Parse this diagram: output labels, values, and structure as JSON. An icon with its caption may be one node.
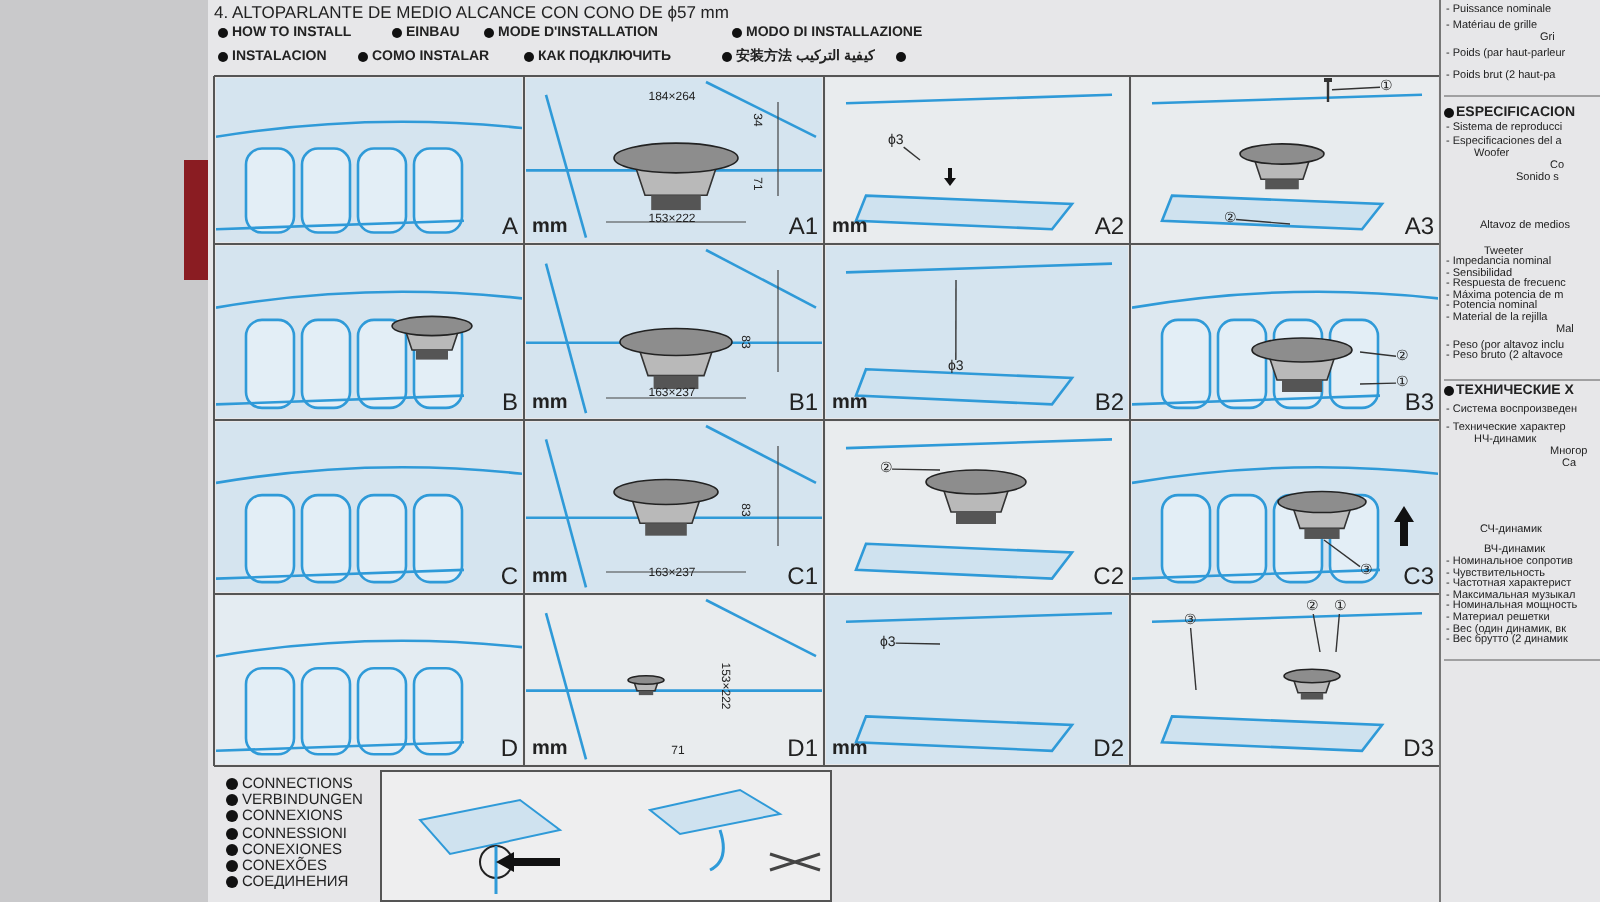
{
  "diagram": {
    "nodes": [
      {
        "text": [
          "ϕ3"
        ]
      },
      {
        "text": [
          "①"
        ]
      },
      {
        "text": [
          "②"
        ]
      },
      {
        "text": [
          "ϕ3"
        ]
      },
      {
        "text": [
          "②"
        ]
      },
      {
        "text": [
          "①"
        ]
      },
      {
        "text": [
          "②"
        ]
      },
      {
        "text": [
          "③"
        ]
      },
      {
        "text": [
          "ϕ3"
        ]
      },
      {
        "text": [
          "③"
        ]
      },
      {
        "text": [
          "②"
        ]
      },
      {
        "text": [
          "①"
        ]
      },
      {
        "text": [],
        "shape": "picture"
      }
    ],
    "edges": [
      {
        "from": 0,
        "to": null,
        "arrow": "none"
      },
      {
        "from": 1,
        "to": 12,
        "arrow": "none"
      },
      {
        "from": 2,
        "to": null,
        "arrow": "none"
      },
      {
        "from": 3,
        "to": null,
        "arrow": "none"
      },
      {
        "from": 4,
        "to": null,
        "arrow": "none"
      },
      {
        "from": 5,
        "to": null,
        "arrow": "none"
      },
      {
        "from": 6,
        "to": null,
        "arrow": "none"
      },
      {
        "from": 7,
        "to": null,
        "arrow": "none"
      },
      {
        "from": 8,
        "to": null,
        "arrow": "none"
      },
      {
        "from": 9,
        "to": null,
        "arrow": "none"
      },
      {
        "from": 10,
        "to": null,
        "arrow": "none"
      },
      {
        "from": 11,
        "to": null,
        "arrow": "none"
      }
    ],
    "labels": [
      "4. ALTOPARLANTE DE MEDIO ALCANCE CON CONO DE ϕ57 mm",
      "HOW TO INSTALL",
      "EINBAU",
      "MODE D'INSTALLATION",
      "MODO DI INSTALLAZIONE",
      "INSTALACION",
      "COMO INSTALAR",
      "КАК ПОДКЛЮЧИТЬ",
      "安装方法",
      "كيفية التركيب",
      "A",
      "mm",
      "A1",
      "mm",
      "A2",
      "A3",
      "B",
      "mm",
      "B1",
      "mm",
      "B2",
      "B3",
      "C",
      "mm",
      "C1",
      "C2",
      "C3",
      "D",
      "mm",
      "D1",
      "mm",
      "D2",
      "D3",
      "184×264",
      "34",
      "71",
      "153×222",
      "83",
      "163×237",
      "83",
      "163×237",
      "153×222",
      "71",
      "CONNECTIONS",
      "VERBINDUNGEN",
      "CONNEXIONS",
      "CONNESSIONI",
      "CONEXIONES",
      "CONEXÕES",
      "СОЕДИНЕНИЯ",
      "- Puissance nominale",
      "- Matériau de grille",
      "Gri",
      "- Poids (par haut-parleur",
      "- Poids brut (2 haut-pa",
      "ESPECIFICACION",
      "- Sistema de reproducci",
      "- Especificaciones del a",
      "Woofer",
      "Co",
      "Sonido s",
      "Altavoz de medios",
      "Tweeter",
      "- Impedancia nominal",
      "- Sensibilidad",
      "- Respuesta de frecuenc",
      "- Máxima potencia de m",
      "- Potencia nominal",
      "- Material de la rejilla",
      "Mal",
      "- Peso (por altavoz inclu",
      "- Peso bruto (2 altavoce",
      "ТЕХНИЧЕСКИЕ Х",
      "- Система воспроизведен",
      "- Технические характер",
      "НЧ-динамик",
      "Многор",
      "Са",
      "СЧ-динамик",
      "ВЧ-динамик",
      "- Номинальное сопротив",
      "- Чувствительность",
      "- Частотная характерист",
      "- Максимальная музыкал",
      "- Номинальная мощность",
      "- Материал решетки",
      "- Вес (один динамик, вк",
      "- Вес брутто (2 динамик"
    ]
  }
}
